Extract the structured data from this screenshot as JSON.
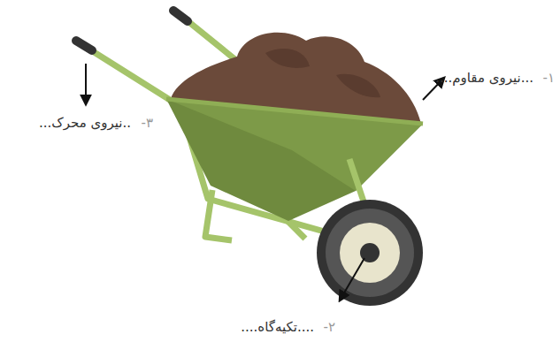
{
  "diagram": {
    "labels": [
      "۱-",
      "...نیروی مقاوم....",
      "۲-",
      "....تکیه‌گاه....",
      "۳-",
      "..نیروی محرک..."
    ]
  }
}
